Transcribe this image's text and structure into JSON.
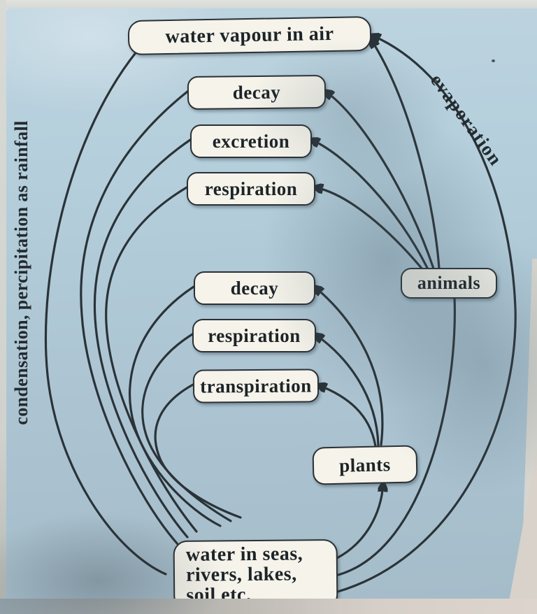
{
  "diagram": {
    "title_hint": "water cycle flow diagram",
    "colors": {
      "panel_blue": "#b4cedb",
      "box_fill": "#f5f3ea",
      "box_border": "#2b3136",
      "line": "#2a3338",
      "text": "#1d2428",
      "page_paper": "#d8dad6"
    },
    "nodes": {
      "air": "water vapour in air",
      "decay_top": "decay",
      "excretion": "excretion",
      "respiration_top": "respiration",
      "animals": "animals",
      "decay_mid": "decay",
      "respiration_mid": "respiration",
      "transpiration": "transpiration",
      "plants": "plants",
      "water": {
        "line1": "water in seas,",
        "line2": "rivers, lakes,",
        "line3": "soil etc."
      }
    },
    "flow_labels": {
      "left": "condensation, percipitation as rainfall",
      "right": "evaporation"
    }
  }
}
